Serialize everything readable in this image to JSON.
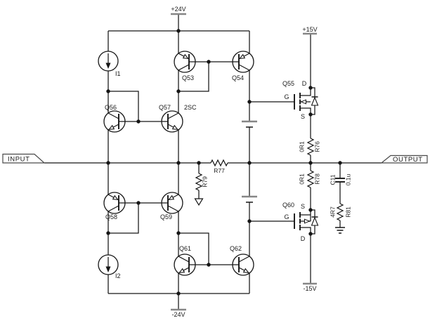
{
  "schematic": {
    "background": "#ffffff",
    "ink": "#161616",
    "ports": [
      {
        "label": "INPUT"
      },
      {
        "label": "OUTPUT"
      }
    ],
    "power_rails": [
      {
        "label": "+24V"
      },
      {
        "label": "-24V"
      },
      {
        "label": "+15V"
      },
      {
        "label": "-15V"
      }
    ],
    "current_sources": [
      {
        "ref": "I1"
      },
      {
        "ref": "I2"
      }
    ],
    "bjts": [
      {
        "ref": "Q53"
      },
      {
        "ref": "Q54"
      },
      {
        "ref": "Q56"
      },
      {
        "ref": "Q57",
        "part_note": "2SC"
      },
      {
        "ref": "Q58"
      },
      {
        "ref": "Q59"
      },
      {
        "ref": "Q61"
      },
      {
        "ref": "Q62"
      }
    ],
    "mosfets": [
      {
        "ref": "Q55",
        "pins": {
          "d": "D",
          "g": "G",
          "s": "S"
        }
      },
      {
        "ref": "Q60",
        "pins": {
          "d": "D",
          "g": "G",
          "s": "S"
        }
      }
    ],
    "resistors": [
      {
        "ref": "R76",
        "value": "0R1"
      },
      {
        "ref": "R77"
      },
      {
        "ref": "R78",
        "value": "0R1"
      },
      {
        "ref": "R79"
      },
      {
        "ref": "R81",
        "value": "4R7"
      }
    ],
    "capacitors": [
      {
        "ref": "C11",
        "value": "0.1u"
      }
    ]
  }
}
